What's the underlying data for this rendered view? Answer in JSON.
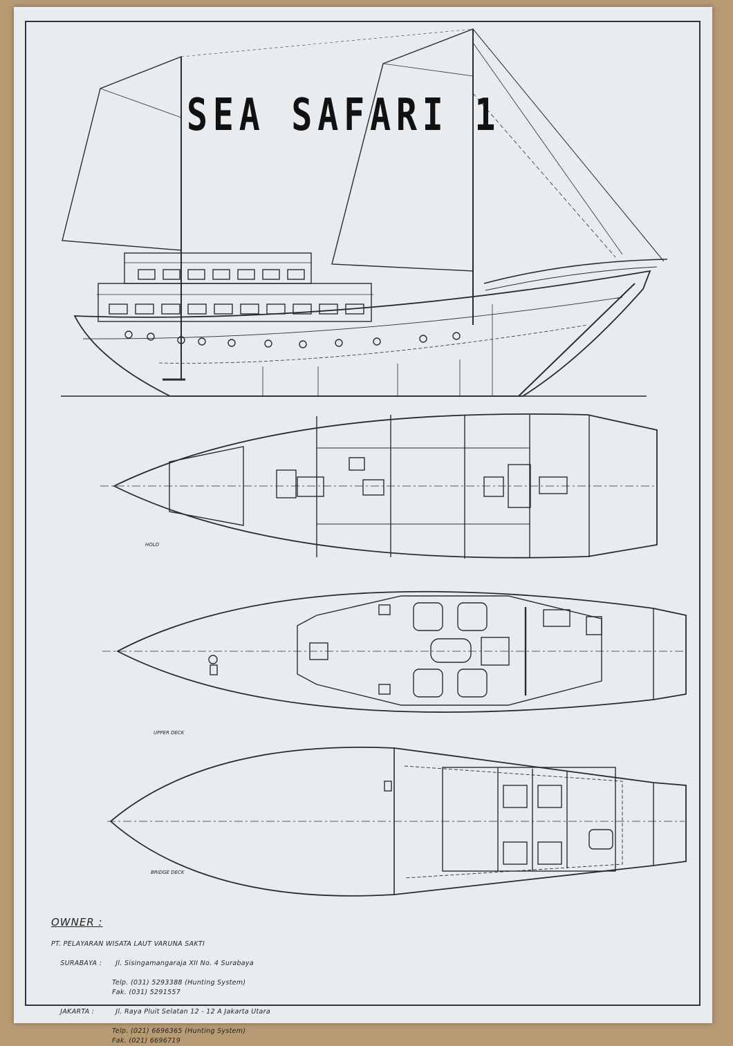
{
  "title": "SEA SAFARI 1",
  "plans": {
    "hold": "HOLD",
    "upper_deck": "UPPER DECK",
    "bridge_deck": "BRIDGE DECK"
  },
  "owner": {
    "heading": "OWNER :",
    "company": "PT. PELAYARAN WISATA LAUT VARUNA SAKTI",
    "surabaya": {
      "city": "SURABAYA :",
      "address": "Jl. Sisingamangaraja XII No. 4 Surabaya",
      "telp": "Telp. (031) 5293388 (Hunting System)",
      "fax": "Fak. (031) 5291557"
    },
    "jakarta": {
      "city": "JAKARTA :",
      "address": "Jl. Raya Pluit Selatan 12 - 12 A Jakarta Utara",
      "telp": "Telp. (021) 6696365 (Hunting System)",
      "fax": "Fak. (021) 6696719"
    }
  }
}
